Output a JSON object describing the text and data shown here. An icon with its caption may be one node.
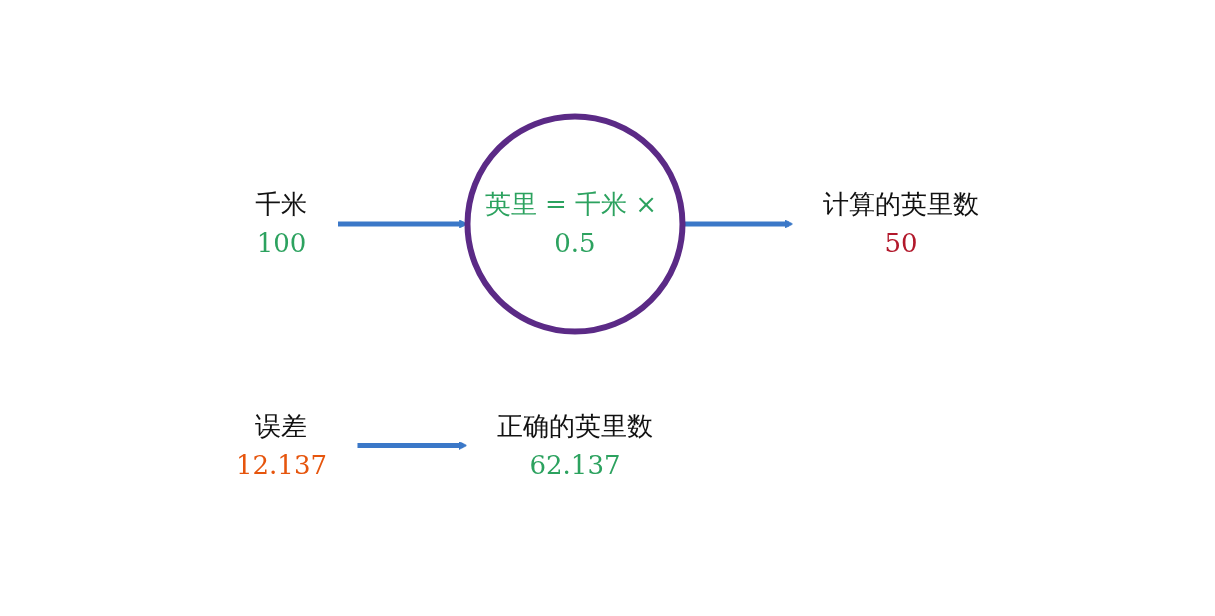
{
  "diagram": {
    "nodes": [
      {
        "text": [
          "千米",
          "100"
        ]
      },
      {
        "text": [
          "英里 = 千米 × 0.5"
        ]
      },
      {
        "text": [
          "计算的英里数",
          "50"
        ]
      },
      {
        "text": [
          "正确的英里数",
          "62.137"
        ]
      },
      {
        "text": [
          "误差",
          "12.137"
        ]
      }
    ],
    "edges": [
      {
        "from": 0,
        "to": 1,
        "arrow": "to"
      },
      {
        "from": 1,
        "to": 2,
        "arrow": "to"
      },
      {
        "from": 4,
        "to": 3,
        "arrow": "to"
      }
    ]
  }
}
